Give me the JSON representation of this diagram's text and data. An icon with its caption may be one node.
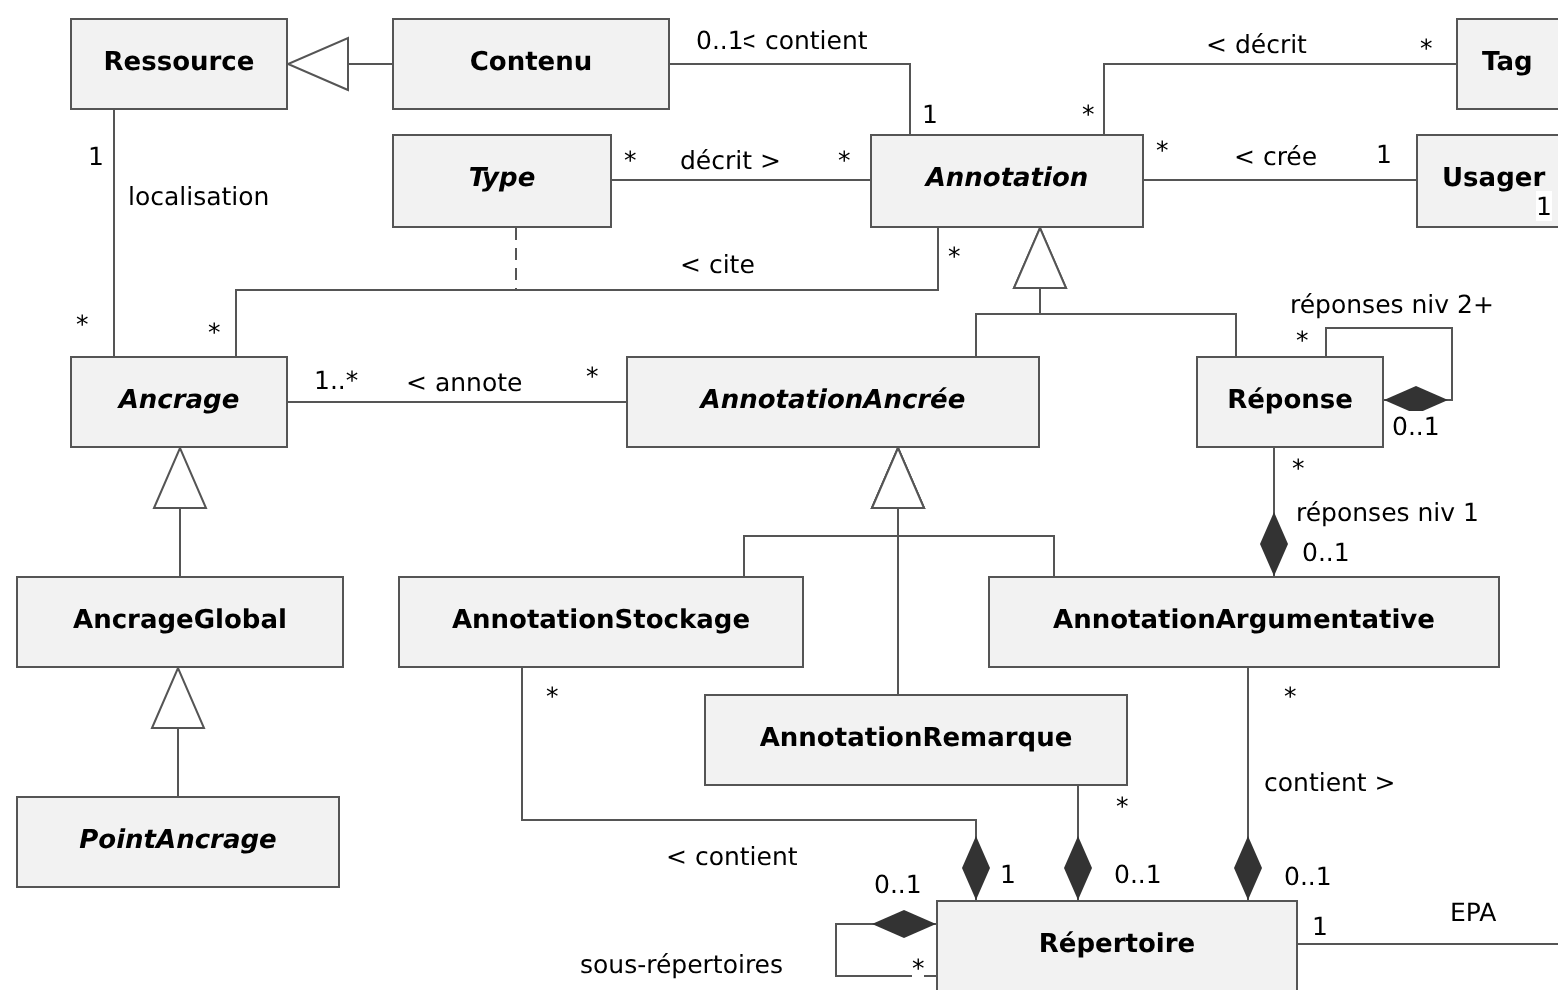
{
  "diagram": {
    "nodes": [
      {
        "text": [
          "Ressource"
        ]
      },
      {
        "text": [
          "Contenu"
        ]
      },
      {
        "text": [
          "Tag"
        ]
      },
      {
        "text": [
          "Type"
        ]
      },
      {
        "text": [
          "Annotation"
        ]
      },
      {
        "text": [
          "Usager"
        ]
      },
      {
        "text": [
          "Ancrage"
        ]
      },
      {
        "text": [
          "AnnotationAncrée"
        ]
      },
      {
        "text": [
          "Réponse"
        ]
      },
      {
        "text": [
          "AncrageGlobal"
        ]
      },
      {
        "text": [
          "AnnotationStockage"
        ]
      },
      {
        "text": [
          "AnnotationArgumentative"
        ]
      },
      {
        "text": [
          "PointAncrage"
        ]
      },
      {
        "text": [
          "AnnotationRemarque"
        ]
      },
      {
        "text": [
          "Répertoire"
        ]
      }
    ],
    "edges": [
      {
        "from": 1,
        "to": 0,
        "arrow": "to"
      },
      {
        "from": 1,
        "to": 4,
        "arrow": "none",
        "label": "< contient"
      },
      {
        "from": 2,
        "to": 4,
        "arrow": "none",
        "label": "< décrit"
      },
      {
        "from": 3,
        "to": 4,
        "arrow": "none",
        "label": "décrit >"
      },
      {
        "from": 4,
        "to": 5,
        "arrow": "none",
        "label": "< crée"
      },
      {
        "from": 0,
        "to": 6,
        "arrow": "none",
        "label": "localisation"
      },
      {
        "from": 4,
        "to": 6,
        "arrow": "none",
        "label": "< cite"
      },
      {
        "from": 3,
        "to": null,
        "arrow": "none",
        "style": "dashed"
      },
      {
        "from": 6,
        "to": 7,
        "arrow": "none",
        "label": "< annote"
      },
      {
        "from": 7,
        "to": 4,
        "arrow": "to"
      },
      {
        "from": 8,
        "to": 4,
        "arrow": "to"
      },
      {
        "from": 8,
        "to": 8,
        "arrow": "other",
        "label": "réponses niv 2+"
      },
      {
        "from": 8,
        "to": 11,
        "arrow": "other",
        "label": "réponses niv 1"
      },
      {
        "from": 9,
        "to": 6,
        "arrow": "to"
      },
      {
        "from": 12,
        "to": 9,
        "arrow": "to"
      },
      {
        "from": 10,
        "to": 7,
        "arrow": "to"
      },
      {
        "from": 13,
        "to": 7,
        "arrow": "to"
      },
      {
        "from": 11,
        "to": 7,
        "arrow": "to"
      },
      {
        "from": 10,
        "to": 14,
        "arrow": "other",
        "label": "< contient"
      },
      {
        "from": 13,
        "to": 14,
        "arrow": "other"
      },
      {
        "from": 11,
        "to": 14,
        "arrow": "other",
        "label": "contient >"
      },
      {
        "from": 14,
        "to": 14,
        "arrow": "other",
        "label": "sous-répertoires"
      },
      {
        "from": 14,
        "to": null,
        "arrow": "none",
        "label": "EPA"
      }
    ],
    "labels": [
      "0..1",
      "*",
      "1",
      "*",
      "1",
      "*",
      "*",
      "*",
      "1",
      "1",
      "*",
      "*",
      "*",
      "*",
      "1..*",
      "*",
      "0..1",
      "*",
      "0..1",
      "*",
      "*",
      "*",
      "0..1",
      "1",
      "0..1",
      "0..1",
      "1",
      "*"
    ]
  }
}
